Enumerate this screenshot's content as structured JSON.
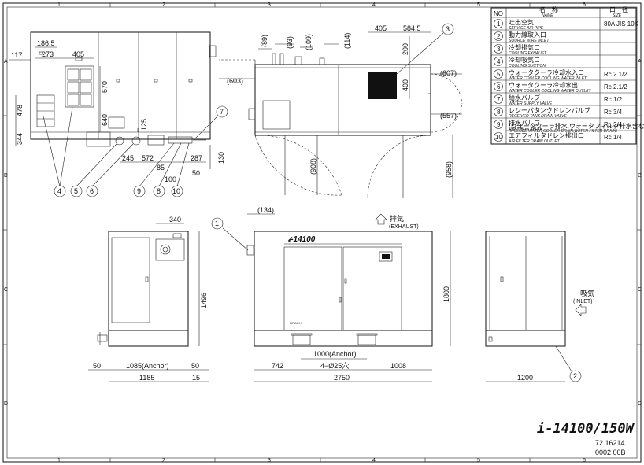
{
  "zones": {
    "top": [
      "1",
      "2",
      "3",
      "4",
      "5",
      "6"
    ],
    "side": [
      "A",
      "B",
      "C",
      "D"
    ]
  },
  "table": {
    "h_no": "NO",
    "h_name_jp": "名　称",
    "h_name_en": "NAME",
    "h_size_jp": "口　径",
    "h_size_en": "SIZE",
    "rows": [
      {
        "no": "1",
        "jp": "吐出空気口",
        "en": "SERVICE AIR PIPE",
        "size": "80A JIS 10K"
      },
      {
        "no": "2",
        "jp": "動力線取入口",
        "en": "SOURCE WIRE INLET",
        "size": ""
      },
      {
        "no": "3",
        "jp": "冷却排気口",
        "en": "COOLING EXHAUST",
        "size": ""
      },
      {
        "no": "4",
        "jp": "冷却吸気口",
        "en": "COOLING SUCTION",
        "size": ""
      },
      {
        "no": "5",
        "jp": "ウォータクーラ冷却水入口",
        "en": "WATER COOLER COOLING WATER INLET",
        "size": "Rc 2.1/2"
      },
      {
        "no": "6",
        "jp": "ウォータクーラ冷却水出口",
        "en": "WATER COOLER COOLING WATER OUTLET",
        "size": "Rc 2.1/2"
      },
      {
        "no": "7",
        "jp": "給水バルブ",
        "en": "WATER SUPPLY VALVE",
        "size": "Rc 1/2"
      },
      {
        "no": "8",
        "jp": "レシーバタンクドレンバルブ",
        "en": "RECEIVER TANK DRAIN VALVE",
        "size": "Rc 3/4"
      },
      {
        "no": "9",
        "jp": "排水バルブ",
        "en": "DRAINAGE VALVE",
        "size": "Rc 3/4"
      },
      {
        "no": "",
        "jp": "(ウォータクーラ排水,ウォータフィルタ排水含む)",
        "en": "(INCLUDE WATER COOLER DRAIN,WATER FILTER DRAIN)",
        "size": ""
      },
      {
        "no": "10",
        "jp": "エアフィルタドレン排出口",
        "en": "AIR FILTER DRAIN OUTLET",
        "size": "Rc 1/4"
      }
    ]
  },
  "dims": {
    "d186": "186.5",
    "d273": "273",
    "d405a": "405",
    "d117": "117",
    "d478": "478",
    "d344": "344",
    "d570": "570",
    "d640": "640",
    "d125": "125",
    "d245": "245",
    "d572": "572",
    "d85": "85",
    "d100": "100",
    "d287": "287",
    "d50a": "50",
    "d130": "130",
    "d89": "(89)",
    "d93": "(93)",
    "d109": "(109)",
    "d114": "(114)",
    "d405b": "405",
    "d5845": "584.5",
    "d200": "200",
    "d400": "400",
    "d603": "(603)",
    "d607": "(607)",
    "d557": "(557)",
    "d908": "(908)",
    "d958": "(958)",
    "d340": "340",
    "d1496": "1496",
    "d50b": "50",
    "d1085": "1085(Anchor)",
    "d50c": "50",
    "d1185": "1185",
    "d15": "15",
    "d134": "(134)",
    "d1800": "1800",
    "d742": "742",
    "d1000": "1000(Anchor)",
    "d4025": "4−Ø25穴",
    "d1008": "1008",
    "d2750": "2750",
    "d1200": "1200"
  },
  "labels": {
    "exhaust_jp": "排気",
    "exhaust_en": "(EXHAUST)",
    "inlet_jp": "吸気",
    "inlet_en": "(INLET)",
    "front_logo": "𝒾-14100",
    "panel_label": "HITACHI"
  },
  "balloons": {
    "b1": "1",
    "b2": "2",
    "b3": "3",
    "b4": "4",
    "b5": "5",
    "b6": "6",
    "b7": "7",
    "b8": "8",
    "b9": "9",
    "b10": "10"
  },
  "title": {
    "model": "i-14100/150W",
    "code": "72 16214",
    "rev": "0002 00B"
  }
}
